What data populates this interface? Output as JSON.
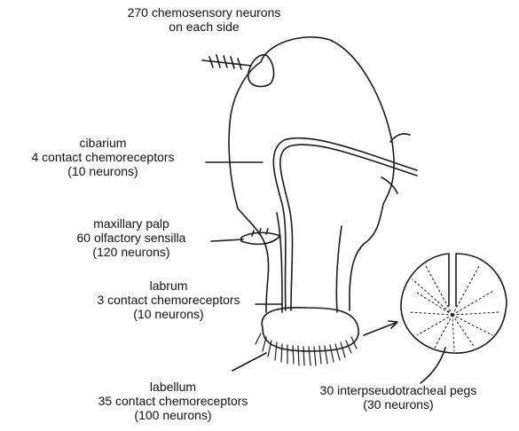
{
  "labels": {
    "antenna": {
      "line1": "270 chemosensory neurons",
      "line2": "on each side"
    },
    "cibarium": {
      "name": "cibarium",
      "detail": "4 contact chemoreceptors",
      "count": "(10 neurons)"
    },
    "maxillary_palp": {
      "name": "maxillary palp",
      "detail": "60 olfactory sensilla",
      "count": "(120 neurons)"
    },
    "labrum": {
      "name": "labrum",
      "detail": "3 contact chemoreceptors",
      "count": "(10 neurons)"
    },
    "labellum": {
      "name": "labellum",
      "detail": "35 contact chemoreceptors",
      "count": "(100 neurons)"
    },
    "pegs": {
      "name": "30 interpseudotracheal pegs",
      "count": "(30 neurons)"
    }
  },
  "colors": {
    "ink": "#1a1a1a",
    "background": "#ffffff"
  }
}
